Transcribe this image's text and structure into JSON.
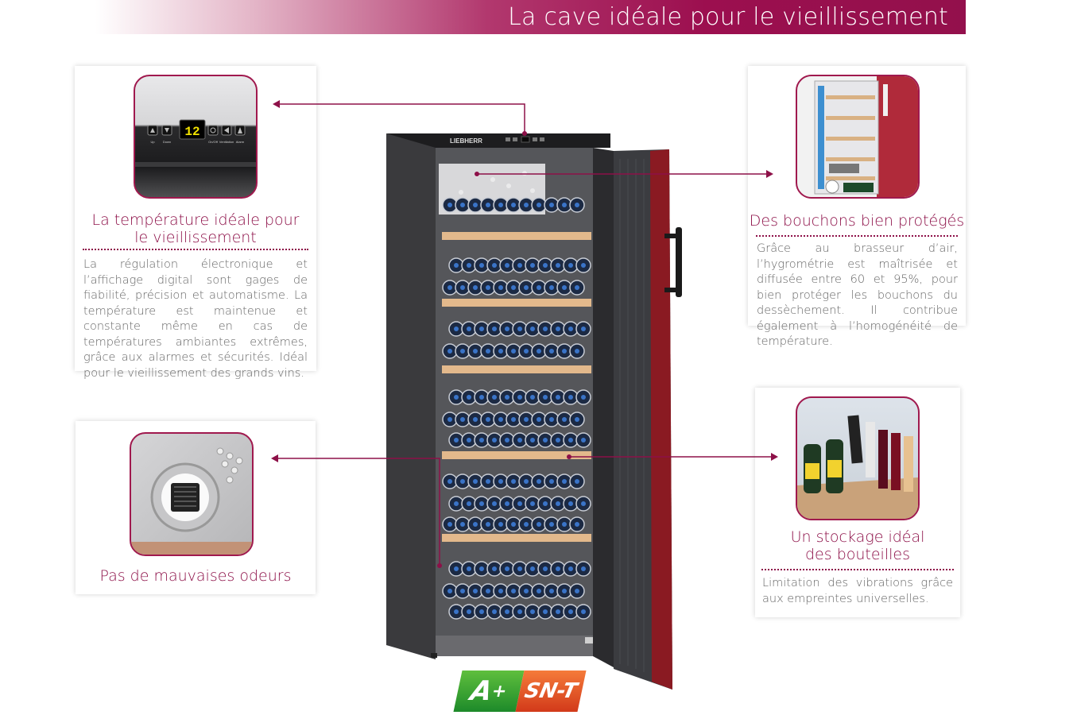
{
  "header": {
    "title": "La cave idéale pour le vieillissement"
  },
  "cards": {
    "temperature": {
      "title_line1": "La température idéale pour",
      "title_line2": "le vieillissement",
      "text": "La régulation électronique et l’affichage digital sont gages de fiabilité, précision et automatisme. La température est maintenue et constante même en cas de températures ambiantes extrêmes, grâce aux alarmes et sécurités. Idéal pour le vieillissement des grands vins."
    },
    "bouchons": {
      "title": "Des bouchons bien protégés",
      "text": "Grâce au brasseur d’air, l’hygrométrie est maîtrisée et diffusée entre 60 et 95%, pour bien protéger les bouchons du dessèchement. Il contribue également à l’homogénéité de température."
    },
    "odeurs": {
      "title": "Pas de mauvaises odeurs"
    },
    "stockage": {
      "title_line1": "Un stockage idéal",
      "title_line2": "des bouteilles",
      "text": "Limitation des vibrations grâce aux empreintes universelles."
    }
  },
  "control_panel": {
    "display_value": "12",
    "labels": [
      "Up",
      "Down",
      "On/Off",
      "Ventilation",
      "Alarm"
    ]
  },
  "appliance": {
    "brand": "LIEBHERR"
  },
  "badges": {
    "energy_class": "A",
    "energy_plus": "+",
    "climate_class": "SN-T"
  },
  "colors": {
    "accent": "#8d1048",
    "banner": "#9c0f4f",
    "energy_green": "#2a9a2e",
    "climate_orange": "#e04e24"
  }
}
